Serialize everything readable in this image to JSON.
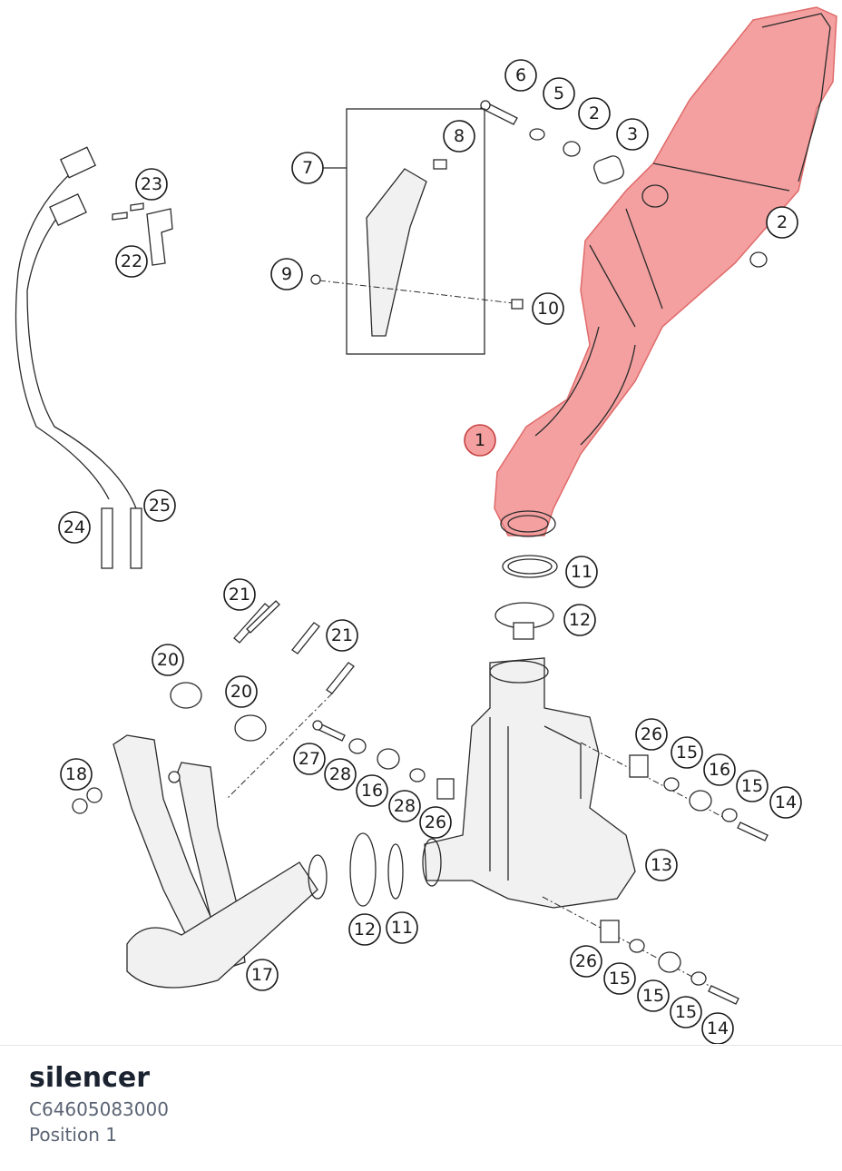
{
  "part": {
    "name": "silencer",
    "number": "C64605083000",
    "position": "Position 1"
  },
  "highlight_color": "#f08080",
  "callouts": [
    {
      "id": "c1",
      "label": "1",
      "highlighted": true
    },
    {
      "id": "c2a",
      "label": "2"
    },
    {
      "id": "c2b",
      "label": "2"
    },
    {
      "id": "c3",
      "label": "3"
    },
    {
      "id": "c5",
      "label": "5"
    },
    {
      "id": "c6",
      "label": "6"
    },
    {
      "id": "c7",
      "label": "7"
    },
    {
      "id": "c8",
      "label": "8"
    },
    {
      "id": "c9",
      "label": "9"
    },
    {
      "id": "c10",
      "label": "10"
    },
    {
      "id": "c11a",
      "label": "11"
    },
    {
      "id": "c11b",
      "label": "11"
    },
    {
      "id": "c12a",
      "label": "12"
    },
    {
      "id": "c12b",
      "label": "12"
    },
    {
      "id": "c13",
      "label": "13"
    },
    {
      "id": "c14a",
      "label": "14"
    },
    {
      "id": "c14b",
      "label": "14"
    },
    {
      "id": "c15a",
      "label": "15"
    },
    {
      "id": "c15b",
      "label": "15"
    },
    {
      "id": "c15c",
      "label": "15"
    },
    {
      "id": "c15d",
      "label": "15"
    },
    {
      "id": "c15e",
      "label": "15"
    },
    {
      "id": "c16a",
      "label": "16"
    },
    {
      "id": "c16b",
      "label": "16"
    },
    {
      "id": "c17",
      "label": "17"
    },
    {
      "id": "c18",
      "label": "18"
    },
    {
      "id": "c20a",
      "label": "20"
    },
    {
      "id": "c20b",
      "label": "20"
    },
    {
      "id": "c21a",
      "label": "21"
    },
    {
      "id": "c21b",
      "label": "21"
    },
    {
      "id": "c22",
      "label": "22"
    },
    {
      "id": "c23",
      "label": "23"
    },
    {
      "id": "c24",
      "label": "24"
    },
    {
      "id": "c25",
      "label": "25"
    },
    {
      "id": "c26a",
      "label": "26"
    },
    {
      "id": "c26b",
      "label": "26"
    },
    {
      "id": "c26c",
      "label": "26"
    },
    {
      "id": "c27",
      "label": "27"
    },
    {
      "id": "c28a",
      "label": "28"
    },
    {
      "id": "c28b",
      "label": "28"
    }
  ]
}
